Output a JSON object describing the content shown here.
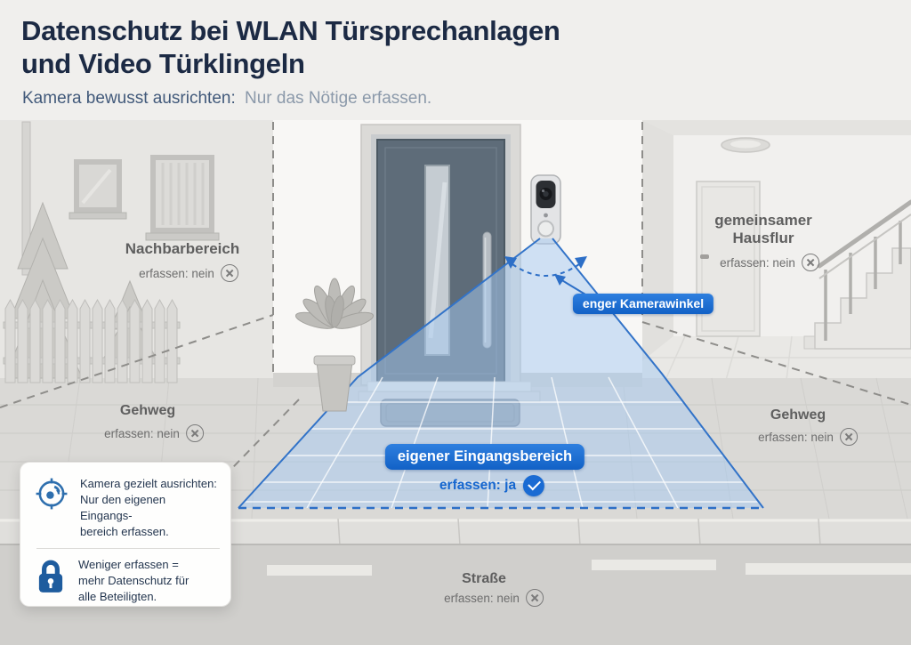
{
  "header": {
    "title": "Datenschutz bei WLAN Türsprechanlagen\nund Video Türklingeln",
    "subtitle_emphasis": "Kamera bewusst ausrichten:",
    "subtitle_rest": "Nur das Nötige erfassen."
  },
  "areas": {
    "neighbor": {
      "label": "Nachbarbereich",
      "status": "erfassen: nein"
    },
    "shared_hallway": {
      "label": "gemeinsamer\nHausflur",
      "status": "erfassen: nein"
    },
    "sidewalk_left": {
      "label": "Gehweg",
      "status": "erfassen: nein"
    },
    "sidewalk_right": {
      "label": "Gehweg",
      "status": "erfassen: nein"
    },
    "street": {
      "label": "Straße",
      "status": "erfassen: nein"
    },
    "own_entrance": {
      "label": "eigener Eingangsbereich",
      "status": "erfassen: ja"
    }
  },
  "callout": {
    "camera_angle_label": "enger Kamerawinkel"
  },
  "info_box": {
    "tip1": "Kamera gezielt ausrichten:\nNur den eigenen Eingangs-\nbereich erfassen.",
    "tip2": "Weniger erfassen =\nmehr Datenschutz für\nalle Beteiligten."
  },
  "icons": {
    "not_captured": "cross-circle-icon",
    "captured": "check-circle-icon",
    "aim": "crosshair-target-icon",
    "privacy": "lock-icon"
  },
  "colors": {
    "accent_blue": "#1a6bd3",
    "cone_fill": "rgba(166,202,242,0.5)",
    "title_navy": "#1c2a44",
    "label_gray": "#5f5f5f"
  }
}
